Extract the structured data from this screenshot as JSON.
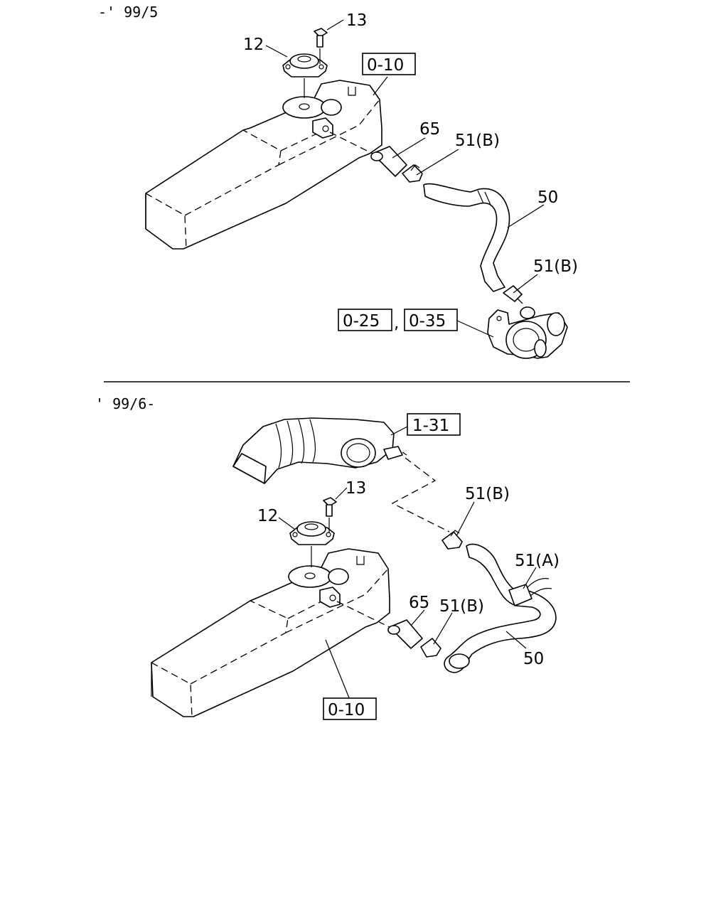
{
  "sections": {
    "upper": {
      "header": "-' 99/5",
      "callouts": {
        "part_13": "13",
        "part_12": "12",
        "part_65": "65",
        "part_51b_top": "51(B)",
        "part_50": "50",
        "part_51b_lower": "51(B)"
      },
      "refs": {
        "ref_0_10": "0-10",
        "ref_0_25": "0-25",
        "separator": ",",
        "ref_0_35": "0-35"
      }
    },
    "lower": {
      "header": "' 99/6-",
      "callouts": {
        "part_13": "13",
        "part_12": "12",
        "part_51b_top": "51(B)",
        "part_51a": "51(A)",
        "part_65": "65",
        "part_51b_right": "51(B)",
        "part_50": "50"
      },
      "refs": {
        "ref_1_31": "1-31",
        "ref_0_10": "0-10"
      }
    }
  }
}
